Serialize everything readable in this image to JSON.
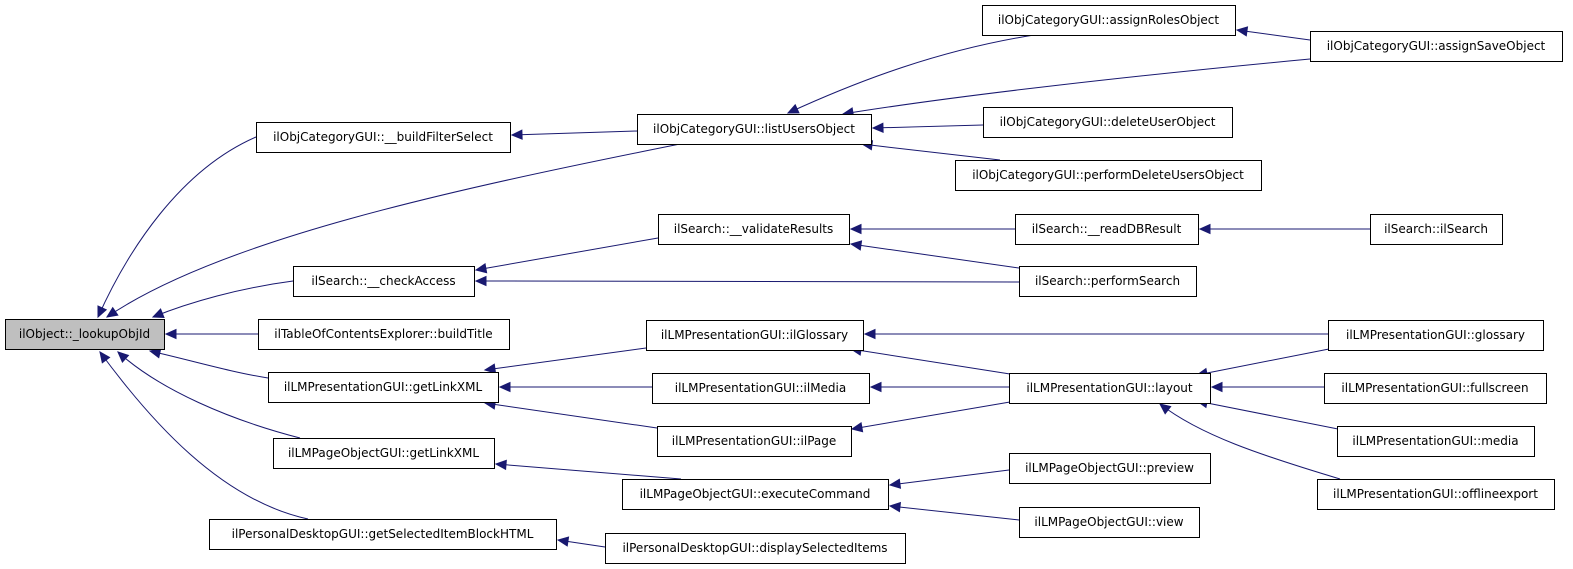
{
  "colors": {
    "edge": "#191970",
    "root_fill": "#bfbfbf",
    "node_fill": "#ffffff"
  },
  "nodes": [
    {
      "id": "n0",
      "label": "ilObject::_lookupObjId"
    },
    {
      "id": "n1",
      "label": "ilObjCategoryGUI::__buildFilterSelect"
    },
    {
      "id": "n2",
      "label": "ilObjCategoryGUI::listUsersObject"
    },
    {
      "id": "n3",
      "label": "ilObjCategoryGUI::assignRolesObject"
    },
    {
      "id": "n4",
      "label": "ilObjCategoryGUI::assignSaveObject"
    },
    {
      "id": "n5",
      "label": "ilObjCategoryGUI::deleteUserObject"
    },
    {
      "id": "n6",
      "label": "ilObjCategoryGUI::performDeleteUsersObject"
    },
    {
      "id": "n7",
      "label": "ilSearch::__checkAccess"
    },
    {
      "id": "n8",
      "label": "ilSearch::__validateResults"
    },
    {
      "id": "n9",
      "label": "ilSearch::__readDBResult"
    },
    {
      "id": "n10",
      "label": "ilSearch::ilSearch"
    },
    {
      "id": "n11",
      "label": "ilSearch::performSearch"
    },
    {
      "id": "n12",
      "label": "ilTableOfContentsExplorer::buildTitle"
    },
    {
      "id": "n13",
      "label": "ilLMPresentationGUI::getLinkXML"
    },
    {
      "id": "n14",
      "label": "ilLMPresentationGUI::ilGlossary"
    },
    {
      "id": "n15",
      "label": "ilLMPresentationGUI::ilMedia"
    },
    {
      "id": "n16",
      "label": "ilLMPresentationGUI::ilPage"
    },
    {
      "id": "n17",
      "label": "ilLMPresentationGUI::layout"
    },
    {
      "id": "n18",
      "label": "ilLMPresentationGUI::glossary"
    },
    {
      "id": "n19",
      "label": "ilLMPresentationGUI::fullscreen"
    },
    {
      "id": "n20",
      "label": "ilLMPresentationGUI::media"
    },
    {
      "id": "n21",
      "label": "ilLMPresentationGUI::offlineexport"
    },
    {
      "id": "n22",
      "label": "ilLMPageObjectGUI::getLinkXML"
    },
    {
      "id": "n23",
      "label": "ilLMPageObjectGUI::executeCommand"
    },
    {
      "id": "n24",
      "label": "ilLMPageObjectGUI::preview"
    },
    {
      "id": "n25",
      "label": "ilLMPageObjectGUI::view"
    },
    {
      "id": "n26",
      "label": "ilPersonalDesktopGUI::getSelectedItemBlockHTML"
    },
    {
      "id": "n27",
      "label": "ilPersonalDesktopGUI::displaySelectedItems"
    }
  ],
  "edges": [
    {
      "from": "n1",
      "to": "n0"
    },
    {
      "from": "n2",
      "to": "n0"
    },
    {
      "from": "n7",
      "to": "n0"
    },
    {
      "from": "n12",
      "to": "n0"
    },
    {
      "from": "n13",
      "to": "n0"
    },
    {
      "from": "n22",
      "to": "n0"
    },
    {
      "from": "n26",
      "to": "n0"
    },
    {
      "from": "n2",
      "to": "n1"
    },
    {
      "from": "n3",
      "to": "n2"
    },
    {
      "from": "n4",
      "to": "n2"
    },
    {
      "from": "n5",
      "to": "n2"
    },
    {
      "from": "n6",
      "to": "n2"
    },
    {
      "from": "n4",
      "to": "n3"
    },
    {
      "from": "n8",
      "to": "n7"
    },
    {
      "from": "n11",
      "to": "n7"
    },
    {
      "from": "n9",
      "to": "n8"
    },
    {
      "from": "n11",
      "to": "n8"
    },
    {
      "from": "n10",
      "to": "n9"
    },
    {
      "from": "n14",
      "to": "n13"
    },
    {
      "from": "n15",
      "to": "n13"
    },
    {
      "from": "n16",
      "to": "n13"
    },
    {
      "from": "n17",
      "to": "n14"
    },
    {
      "from": "n18",
      "to": "n14"
    },
    {
      "from": "n17",
      "to": "n15"
    },
    {
      "from": "n17",
      "to": "n16"
    },
    {
      "from": "n18",
      "to": "n17"
    },
    {
      "from": "n19",
      "to": "n17"
    },
    {
      "from": "n20",
      "to": "n17"
    },
    {
      "from": "n21",
      "to": "n17"
    },
    {
      "from": "n23",
      "to": "n22"
    },
    {
      "from": "n24",
      "to": "n23"
    },
    {
      "from": "n25",
      "to": "n23"
    },
    {
      "from": "n27",
      "to": "n26"
    }
  ]
}
